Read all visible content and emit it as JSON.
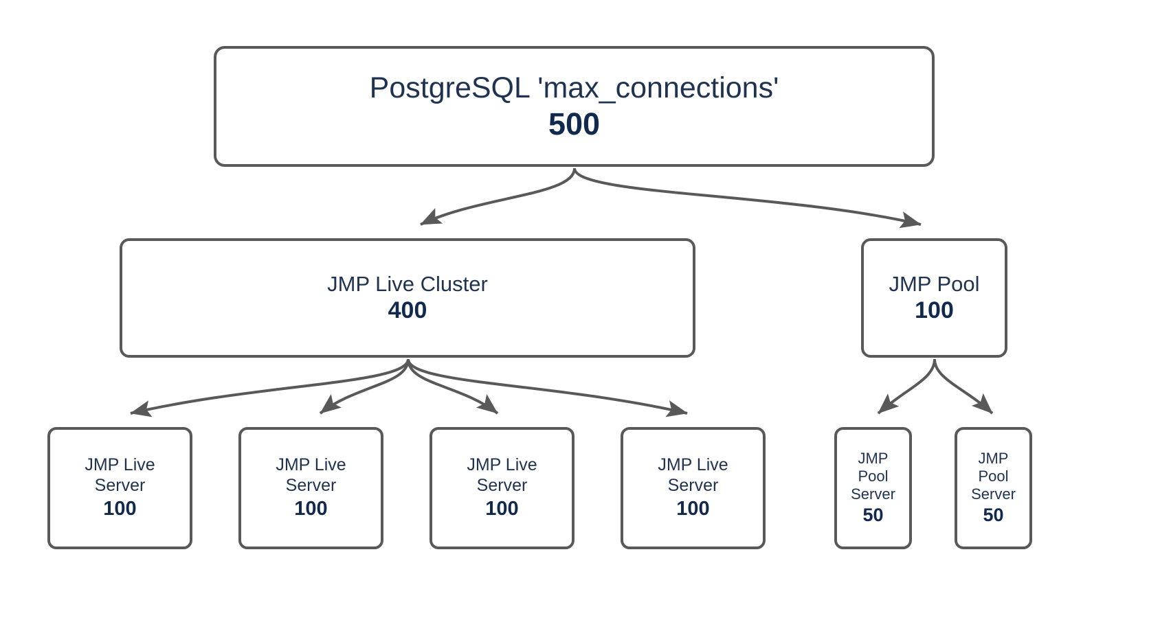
{
  "theme": {
    "background": "#ffffff",
    "border_color": "#595959",
    "title_text_color": "#1f3350",
    "value_text_color": "#12294e",
    "edge_color": "#595959"
  },
  "diagram": {
    "type": "tree",
    "title": "",
    "nodes": [
      {
        "id": "root",
        "label": "PostgreSQL 'max_connections'",
        "value": "500",
        "level": 0
      },
      {
        "id": "live-cluster",
        "label": "JMP Live Cluster",
        "value": "400",
        "level": 1
      },
      {
        "id": "pool",
        "label": "JMP Pool",
        "value": "100",
        "level": 1
      },
      {
        "id": "live-server-1",
        "label": "JMP Live\nServer",
        "value": "100",
        "level": 2
      },
      {
        "id": "live-server-2",
        "label": "JMP Live\nServer",
        "value": "100",
        "level": 2
      },
      {
        "id": "live-server-3",
        "label": "JMP Live\nServer",
        "value": "100",
        "level": 2
      },
      {
        "id": "live-server-4",
        "label": "JMP Live\nServer",
        "value": "100",
        "level": 2
      },
      {
        "id": "pool-server-1",
        "label": "JMP\nPool\nServer",
        "value": "50",
        "level": 2
      },
      {
        "id": "pool-server-2",
        "label": "JMP\nPool\nServer",
        "value": "50",
        "level": 2
      }
    ],
    "edges": [
      {
        "from": "root",
        "to": "live-cluster"
      },
      {
        "from": "root",
        "to": "pool"
      },
      {
        "from": "live-cluster",
        "to": "live-server-1"
      },
      {
        "from": "live-cluster",
        "to": "live-server-2"
      },
      {
        "from": "live-cluster",
        "to": "live-server-3"
      },
      {
        "from": "live-cluster",
        "to": "live-server-4"
      },
      {
        "from": "pool",
        "to": "pool-server-1"
      },
      {
        "from": "pool",
        "to": "pool-server-2"
      }
    ]
  }
}
